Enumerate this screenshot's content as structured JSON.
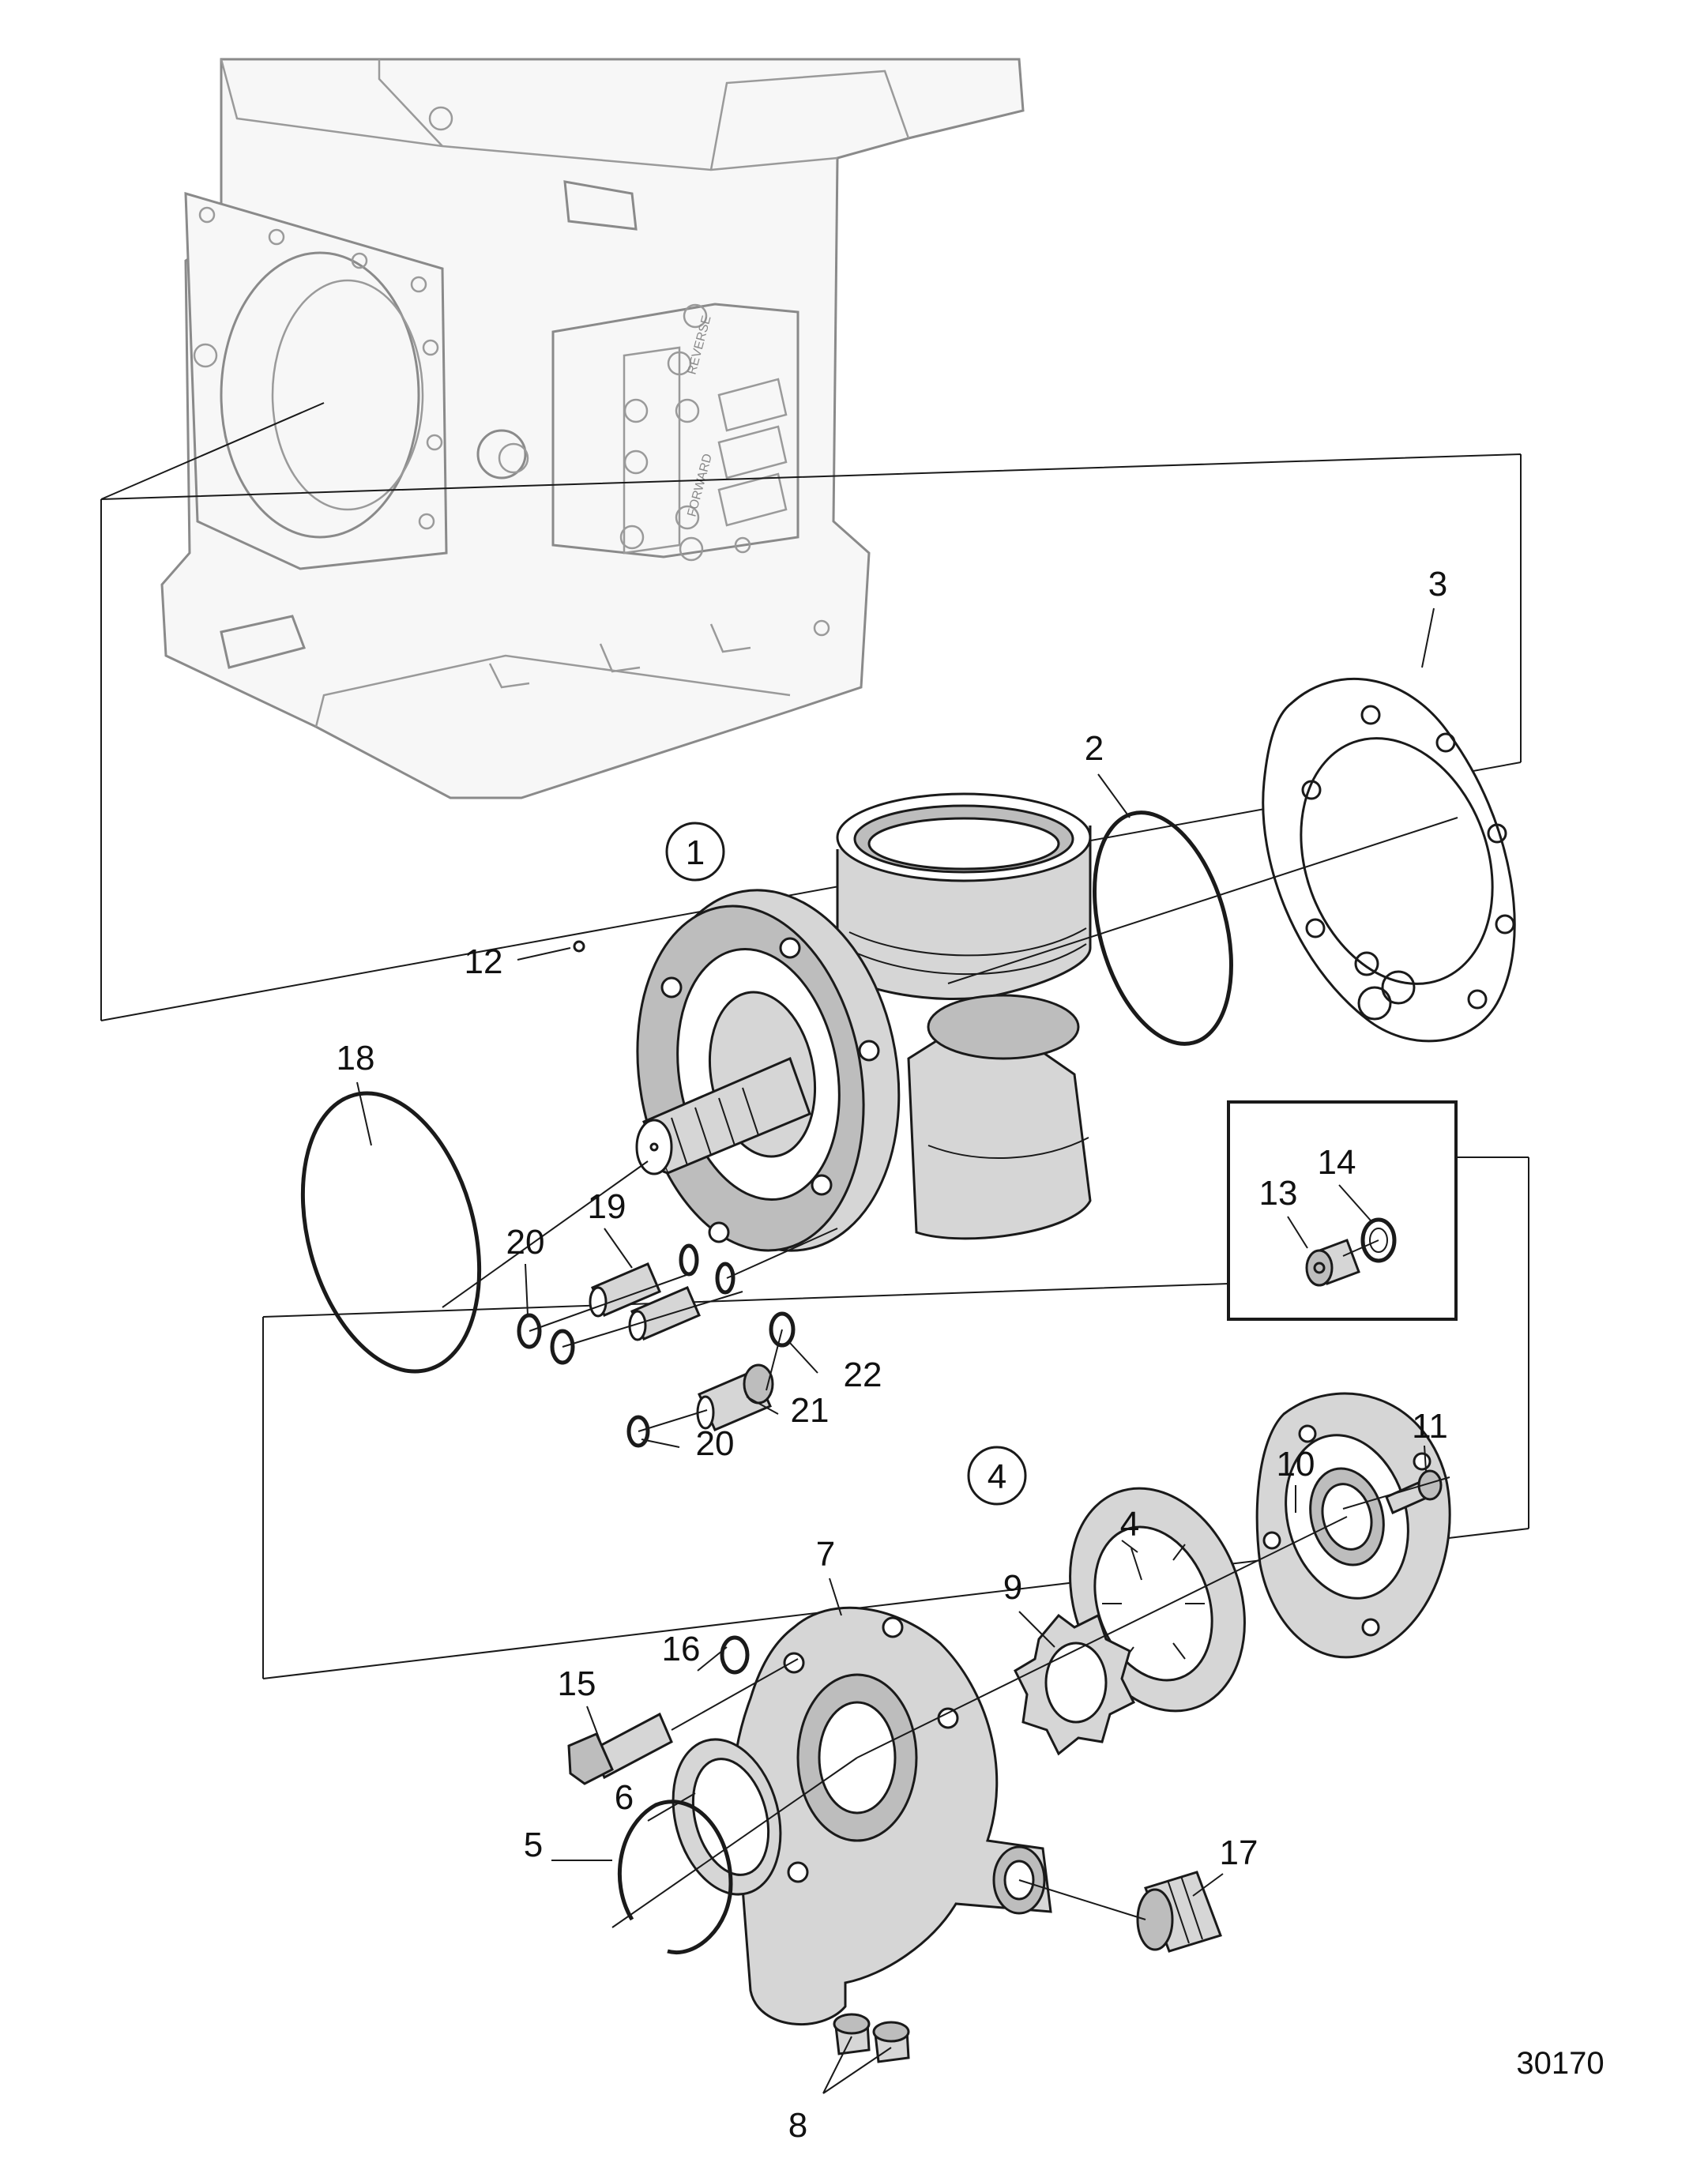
{
  "diagram": {
    "figure_number": "30170",
    "housing_labels": {
      "reverse": "REVERSE",
      "forward": "FORWARD"
    },
    "group_labels": [
      "1",
      "4"
    ],
    "part_labels": [
      "2",
      "3",
      "4",
      "5",
      "6",
      "7",
      "8",
      "9",
      "10",
      "11",
      "12",
      "13",
      "14",
      "15",
      "16",
      "17",
      "18",
      "19",
      "20",
      "20",
      "21",
      "22"
    ]
  }
}
